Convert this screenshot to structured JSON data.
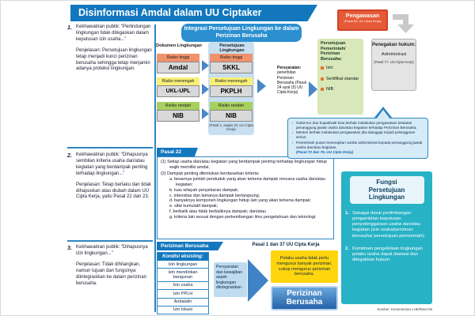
{
  "title": "Disinformasi Amdal dalam UU Ciptaker",
  "colors": {
    "title_blue": "#1277bd",
    "accent_blue": "#2e86c1",
    "risk_high": "#f0926b",
    "risk_medium": "#f8ef77",
    "risk_low": "#a8d05f",
    "pengawasan_orange": "#e65a38",
    "green_panel": "#d8e8ba",
    "yellow_note": "#ffd60e",
    "teal_panel": "#28b2c6"
  },
  "concerns": [
    {
      "num": "1.",
      "concern": "Kekhawatiran publik: “Perlindungan lingkungan tidak ditegaskan dalam keputusan izin usaha...”",
      "explanation": "Penjelasan: Persetujuan lingkungan tetap menjadi kunci perizinan berusaha sehingga tetap menjamin adanya proteksi lingkungan."
    },
    {
      "num": "2.",
      "concern": "Kekhawatiran publik: “Dihapusnya sembilan kriteria usaha dan/atau kegiatan yang berdampak penting terhadap lingkungan...”",
      "explanation": "Penjelasan: Tetap berlaku dan tidak dihapuskan atau diubah dalam UU Cipta Kerja, yaitu Pasal 22 dan 23."
    },
    {
      "num": "3.",
      "concern": "Kekhawatiran publik: “Dihapusnya izin lingkungan...”",
      "explanation": "Penjelasan: Tidak dihilangkan, namun tujuan dan fungsinya diintegrasikan ke dalam perizinan berusaha."
    }
  ],
  "integration": {
    "header": "Integrasi Persetujuan Lingkungan ke dalam Perizinan Berusaha",
    "col1_header": "Dokumen Lingkungan",
    "col2_header": "Persetujuan Lingkungan",
    "rows": [
      {
        "risk": "Risiko tinggi",
        "doc": "Amdal",
        "approval": "SKKL"
      },
      {
        "risk": "Risiko menengah",
        "doc": "UKL-UPL",
        "approval": "PKPLH"
      },
      {
        "risk": "Risiko rendah",
        "doc": "NIB",
        "approval": "NIB"
      }
    ],
    "caption": "(Pasal 1, angka 33, UU Cipta Kerja)",
    "persyaratan_label": "Persyaratan:",
    "persyaratan_text": "penerbitan Perizinan Berusaha (Pasal 24 ayat (5) UU Cipta Kerja)"
  },
  "pengawasan": {
    "title": "Pengawasan",
    "caption": "(Pasal 63, UU Cipta Kerja)"
  },
  "persetujuan_pemerintah": {
    "title": "Persetujuan Pemerintah/ Perizinan Berusaha:",
    "items": [
      "Izin",
      "Sertifikat standar",
      "NIB"
    ]
  },
  "penegakan": {
    "title": "Penegakan hukum:",
    "value": "Administrasi",
    "caption": "(Pasal 77, UU Cipta Kerja)"
  },
  "callout": {
    "points": [
      "Gubernur dan bupati/wali kota berhak melakukan pengawasan ketaatan penanggung jawab usaha dan/atau kegiatan terhadap Perizinan Berusaha,",
      "Menteri berhak melakukan pengawasan jika dianggap terjadi pelanggaran serius,",
      "Pemerintah pusat menerapkan sanksi administrasi kepada penanggung jawab usaha dan/atau kegiatan,"
    ],
    "citation": "(Pasal 72 dan 76, UU Cipta Kerja)"
  },
  "pasal22": {
    "tab": "Pasal 22",
    "clauses": [
      "(1) Setiap usaha dan/atau kegiatan yang berdampak penting terhadap lingkungan hidup wajib memiliki amdal,",
      "(2) Dampak penting ditentukan berdasarkan kriteria:"
    ],
    "criteria": [
      "a. besarnya jumlah penduduk yang akan terkena dampak rencana usaha dan/atau kegiatan;",
      "b. luas wilayah penyebaran dampak;",
      "c. intensitas dan lamanya dampak berlangsung;",
      "d. banyaknya komponen lingkungan hidup lain yang akan terkena dampak;",
      "e. sifat kumulatif dampak;",
      "f. berbalik atau tidak berbaliknya dampak; dan/atau",
      "g. kriteria lain sesuai dengan perkembangan ilmu pengetahuan dan teknologi."
    ]
  },
  "perizinan": {
    "tab": "Perizinan Berusaha",
    "pasal_ref": "Pasal 1 dan 37 UU Cipta Kerja",
    "kondisi_header": "Kondisi eksisting:",
    "kondisi_items": [
      "Izin lingkungan",
      "Izin mendirikan bangunan",
      "Izin usaha",
      "Izin PPLH",
      "Andalalin",
      "Izin lokasi"
    ],
    "arrow_note": "Persyaratan dan kewajiban aspek lingkungan diintegrasikan",
    "yellow_note": "Pelaku usaha tidak perlu mengurus banyak perizinan, cukup mengurus perizinan berusaha.",
    "result": "Perizinan Berusaha"
  },
  "fungsi": {
    "title": "Fungsi Persetujuan Lingkungan",
    "items": [
      {
        "num": "1.",
        "text": "Sebagai dasar pertimbangan pengambilan keputusan penyelenggaraan usaha dan/atau kegiatan (izin usaha/perizinan berusaha/ persetujuan pemerintah);"
      },
      {
        "num": "2.",
        "text": "Komitmen pengelolaan lingkungan pelaku usaha dapat diawasi dan ditegakkan hukum."
      }
    ]
  },
  "source": "Sumber: Kementerian LHK/Riset MI"
}
